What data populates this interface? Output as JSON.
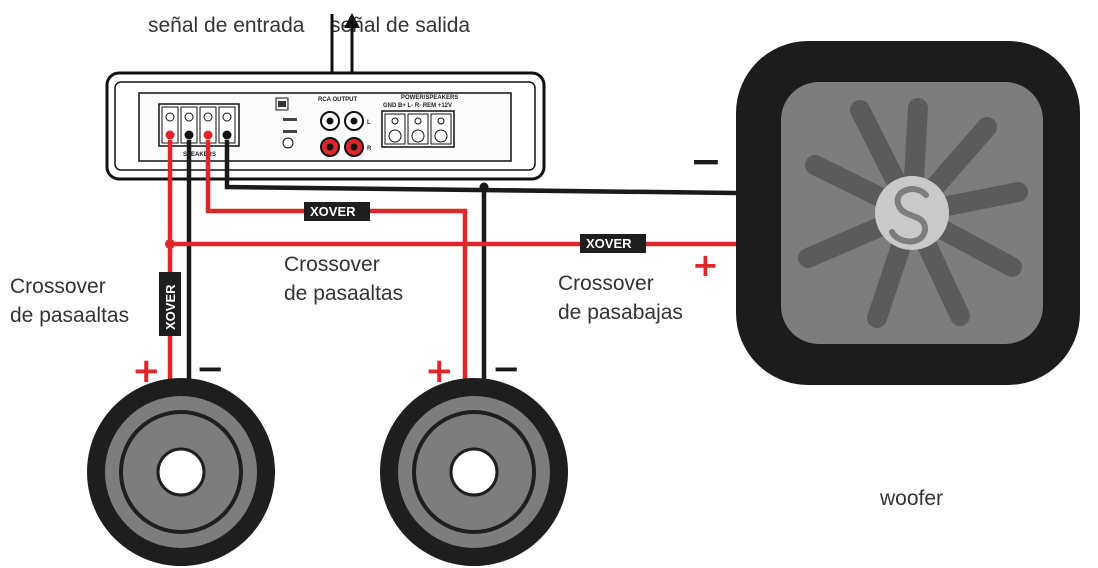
{
  "labels": {
    "signal_in": "señal de entrada",
    "signal_out": "señal de salida",
    "hp_left_line1": "Crossover",
    "hp_left_line2": "de pasaaltas",
    "hp_mid_line1": "Crossover",
    "hp_mid_line2": "de pasaaltas",
    "lp_line1": "Crossover",
    "lp_line2": "de pasabajas",
    "woofer": "woofer",
    "xover": "XOVER",
    "plus": "+",
    "minus": "−"
  },
  "amp": {
    "output_label": "RCA OUTPUT",
    "power_label": "POWER/SPEAKERS",
    "terminal_label": "GND B+ L- R- REM +12V",
    "speakers_label": "SPEAKERS",
    "channel_l": "L",
    "channel_r": "R"
  },
  "colors": {
    "positive_wire": "#e0262b",
    "negative_wire": "#1a1a1a",
    "xover_badge": "#1e1e1e",
    "woofer_body": "#1c1c1c",
    "woofer_cone": "#7d7d7d"
  }
}
